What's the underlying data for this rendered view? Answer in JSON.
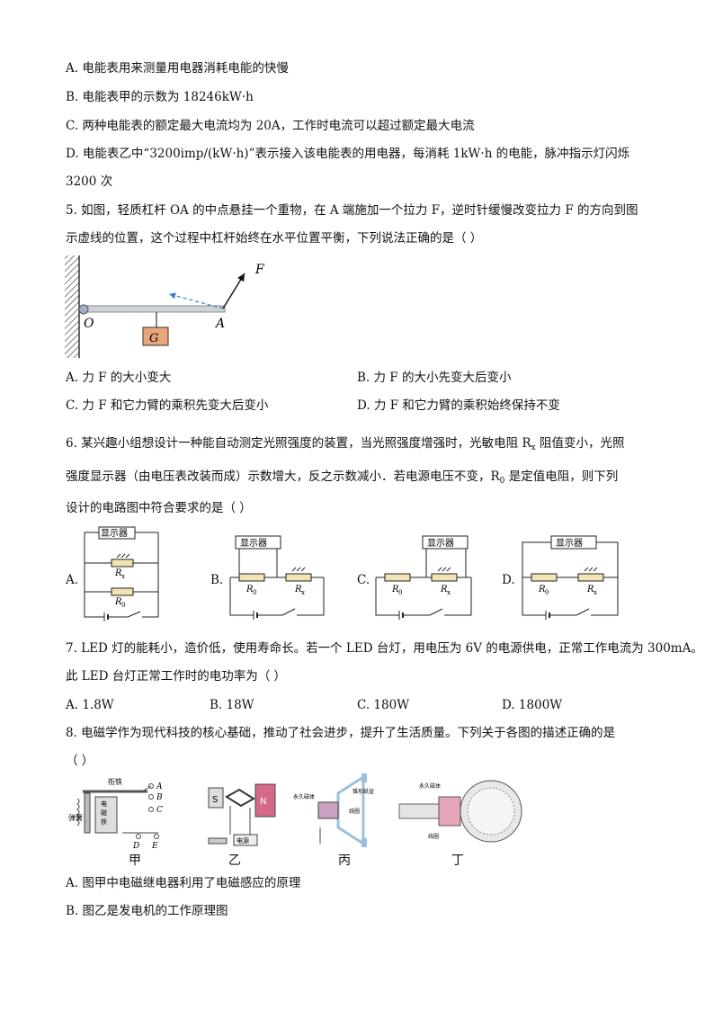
{
  "q4_options": {
    "A": "A. 电能表用来测量用电器消耗电能的快慢",
    "B": "B. 电能表甲的示数为 18246kW·h",
    "C": "C. 两种电能表的额定最大电流均为 20A，工作时电流可以超过额定最大电流",
    "D1": "D. 电能表乙中“3200imp/(kW·h)”表示接入该电能表的用电器，每消耗 1kW·h 的电能，脉冲指示灯闪烁",
    "D2": "3200 次"
  },
  "q5": {
    "stem1": "5. 如图，轻质杠杆 OA 的中点悬挂一个重物，在 A 端施加一个拉力 F，逆时针缓慢改变拉力 F 的方向到图",
    "stem2": "示虚线的位置，这个过程中杠杆始终在水平位置平衡，下列说法正确的是（      ）",
    "fig_labels": {
      "F": "F",
      "O": "O",
      "A": "A",
      "G": "G"
    },
    "A": "A. 力 F 的大小变大",
    "B": "B. 力 F 的大小先变大后变小",
    "C": "C. 力 F 和它力臂的乘积先变大后变小",
    "D": "D. 力 F 和它力臂的乘积始终保持不变"
  },
  "q6": {
    "stem1a": "6. 某兴趣小组想设计一种能自动测定光照强度的装置，当光照强度增强时，光敏电阻 R",
    "stem1sub": "x",
    "stem1b": " 阻值变小，光照",
    "stem2a": "强度显示器（由电压表改装而成）示数增大，反之示数减小．若电源电压不变，R",
    "stem2sub": "0",
    "stem2b": " 是定值电阻，则下列",
    "stem3": "设计的电路图中符合要求的是（      ）",
    "display": "显示器",
    "labels": {
      "A": "A.",
      "B": "B.",
      "C": "C.",
      "D": "D.",
      "R": "R",
      "x": "x",
      "zero": "0"
    }
  },
  "q7": {
    "stem1": "7. LED 灯的能耗小，造价低，使用寿命长。若一个 LED 台灯，用电压为 6V 的电源供电，正常工作电流为 300mA。",
    "stem2": "此 LED 台灯正常工作时的电功率为（      ）",
    "A": "A. 1.8W",
    "B": "B. 18W",
    "C": "C. 180W",
    "D": "D. 1800W"
  },
  "q8": {
    "stem1": "8. 电磁学作为现代科技的核心基础，推动了社会进步，提升了生活质量。下列关于各图的描述正确的是",
    "stem2": "（      ）",
    "captions": {
      "jia": "甲",
      "yi": "乙",
      "bing": "丙",
      "ding": "丁"
    },
    "fig_text": {
      "armature": "衔铁",
      "spring": "弹簧",
      "electromagnet": "电磁铁",
      "A": "A",
      "B": "B",
      "C": "C",
      "D": "D",
      "E": "E",
      "S": "S",
      "N": "N",
      "power": "电源",
      "magnet": "永久磁体",
      "coil": "线圈",
      "cone": "锥形纸盆"
    },
    "A": "A. 图甲中电磁继电器利用了电磁感应的原理",
    "B": "B. 图乙是发电机的工作原理图"
  }
}
